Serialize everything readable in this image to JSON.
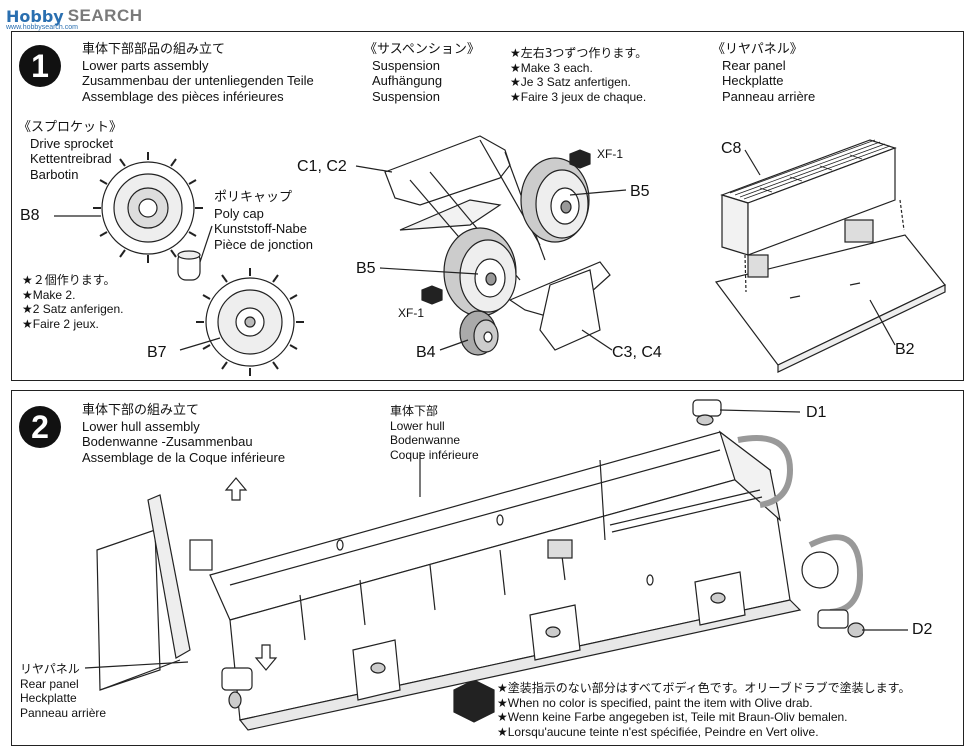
{
  "watermark": {
    "logo": "Hobby",
    "text": "SEARCH",
    "sub": "www.hobbysearch.com"
  },
  "step1": {
    "number": "1",
    "title": {
      "jp": "車体下部部品の組み立て",
      "en": "Lower parts assembly",
      "de": "Zusammenbau der untenliegenden Teile",
      "fr": "Assemblage des pièces inférieures"
    },
    "sprocket": {
      "jp": "《スプロケット》",
      "en": "Drive sprocket",
      "de": "Kettentreibrad",
      "fr": "Barbotin"
    },
    "polycap": {
      "jp": "ポリキャップ",
      "en": "Poly cap",
      "de": "Kunststoff-Nabe",
      "fr": "Pièce de jonction"
    },
    "make2": {
      "jp": "★２個作ります。",
      "en": "★Make 2.",
      "de": "★2 Satz anferigen.",
      "fr": "★Faire 2 jeux."
    },
    "suspension": {
      "jp": "《サスペンション》",
      "en": "Suspension",
      "de": "Aufhängung",
      "fr": "Suspension"
    },
    "make3": {
      "jp": "★左右3つずつ作ります。",
      "en": "★Make 3 each.",
      "de": "★Je 3 Satz anfertigen.",
      "fr": "★Faire 3 jeux de chaque."
    },
    "rearpanel": {
      "jp": "《リヤパネル》",
      "en": "Rear panel",
      "de": "Heckplatte",
      "fr": "Panneau arrière"
    },
    "parts": {
      "b8": "B8",
      "b7": "B7",
      "c1c2": "C1, C2",
      "b5a": "B5",
      "b5b": "B5",
      "b4": "B4",
      "c3c4": "C3, C4",
      "xf1a": "XF-1",
      "xf1b": "XF-1",
      "c8": "C8",
      "b2": "B2"
    }
  },
  "step2": {
    "number": "2",
    "title": {
      "jp": "車体下部の組み立て",
      "en": "Lower hull assembly",
      "de": "Bodenwanne -Zusammenbau",
      "fr": "Assemblage de la Coque inférieure"
    },
    "lowerhull": {
      "jp": "車体下部",
      "en": "Lower hull",
      "de": "Bodenwanne",
      "fr": "Coque inférieure"
    },
    "rearpanel": {
      "jp": "リヤパネル",
      "en": "Rear panel",
      "de": "Heckplatte",
      "fr": "Panneau arrière"
    },
    "parts": {
      "d1": "D1",
      "d2": "D2"
    },
    "paint_note": {
      "jp": "★塗装指示のない部分はすべてボディ色です。オリーブドラブで塗装します。",
      "en": "★When no color is specified, paint the item with Olive drab.",
      "de": "★Wenn keine Farbe angegeben ist, Teile mit Braun-Oliv bemalen.",
      "fr": "★Lorsqu'aucune teinte n'est spécifiée, Peindre en Vert olive."
    }
  }
}
